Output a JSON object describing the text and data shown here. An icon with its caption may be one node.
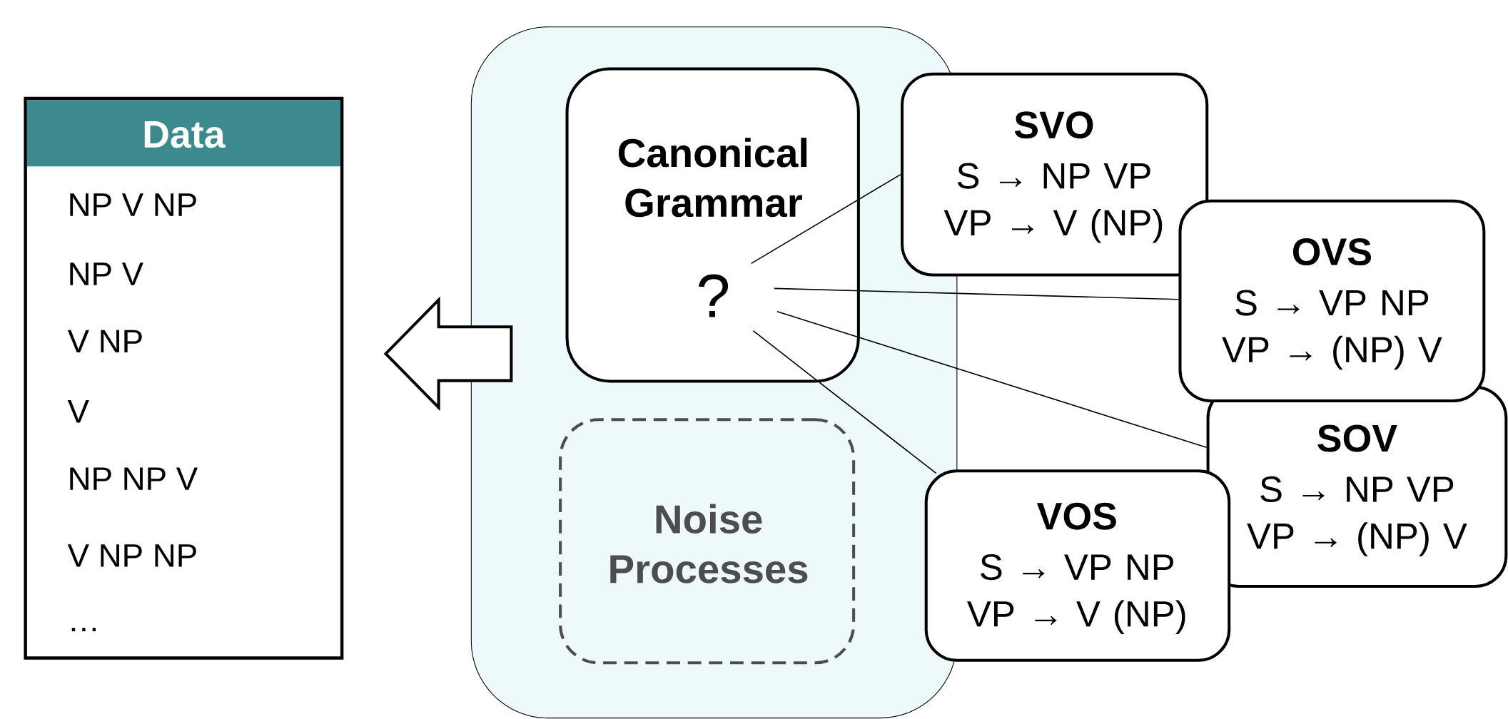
{
  "diagram": {
    "nodes": [
      {
        "text": [
          "Data",
          "NP V NP",
          "NP V",
          "V NP",
          "V",
          "NP NP V",
          "V NP NP",
          "…"
        ]
      },
      {
        "text": [],
        "shape": "box"
      },
      {
        "text": [
          "Canonical Grammar",
          "?"
        ],
        "in": 1
      },
      {
        "text": [
          "Noise Processes"
        ],
        "in": 1
      },
      {
        "text": [
          "SVO",
          "S → NP VP",
          "VP → V (NP)"
        ]
      },
      {
        "text": [
          "OVS",
          "S → VP NP",
          "VP → (NP) V"
        ]
      },
      {
        "text": [
          "SOV",
          "S → NP VP",
          "VP → (NP) V"
        ]
      },
      {
        "text": [
          "VOS",
          "S → VP NP",
          "VP → V (NP)"
        ]
      }
    ],
    "edges": [
      {
        "from": 1,
        "to": 0,
        "arrow": "to",
        "style": "thick"
      },
      {
        "from": 2,
        "to": 4,
        "arrow": "none"
      },
      {
        "from": 2,
        "to": 5,
        "arrow": "none"
      },
      {
        "from": 2,
        "to": 6,
        "arrow": "none"
      },
      {
        "from": 2,
        "to": 7,
        "arrow": "none"
      }
    ]
  }
}
